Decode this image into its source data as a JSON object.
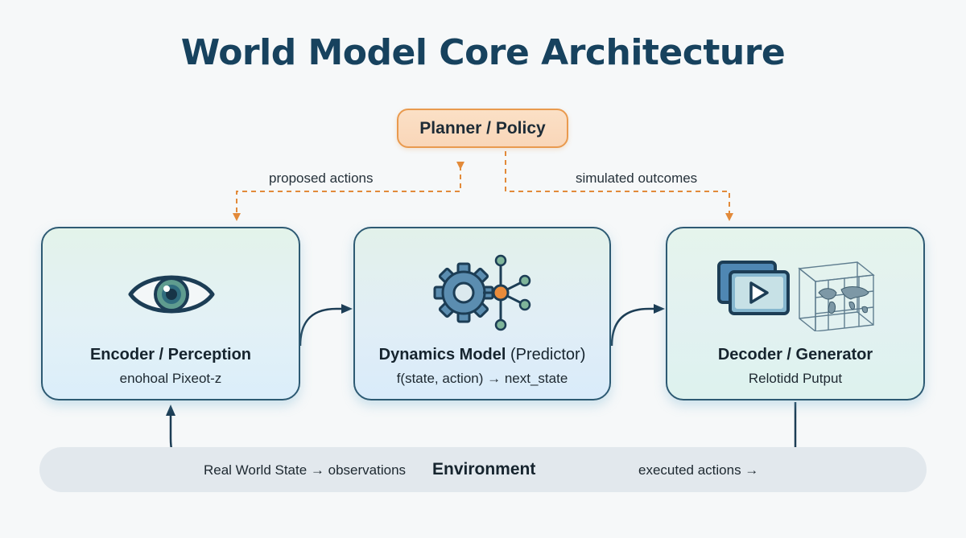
{
  "title": "World Model Core Architecture",
  "planner": {
    "label": "Planner / Policy"
  },
  "flows": {
    "proposed_actions": "proposed actions",
    "simulated_outcomes": "simulated outcomes"
  },
  "boxes": {
    "encoder": {
      "title": "Encoder / Perception",
      "subtitle": "enohoal Pixeot-z",
      "icon": "eye-icon"
    },
    "dynamics": {
      "title_main": "Dynamics Model",
      "title_paren": " (Predictor)",
      "subtitle": "f(state, action) → next_state",
      "icon": "gear-network-icon"
    },
    "decoder": {
      "title": "Decoder / Generator",
      "subtitle": "Relotidd Putput",
      "icon": "video-globe-icon"
    }
  },
  "environment": {
    "title": "Environment",
    "left_label": "Real World State → observations",
    "right_label": "executed actions →"
  },
  "colors": {
    "title": "#17425e",
    "planner_border": "#e99a4e",
    "planner_fill": "#f9d6b8",
    "box_border": "#2d5a73",
    "accent_orange": "#e28a3a",
    "accent_navy": "#1c3d55",
    "environment_bar": "#e2e8ed"
  }
}
